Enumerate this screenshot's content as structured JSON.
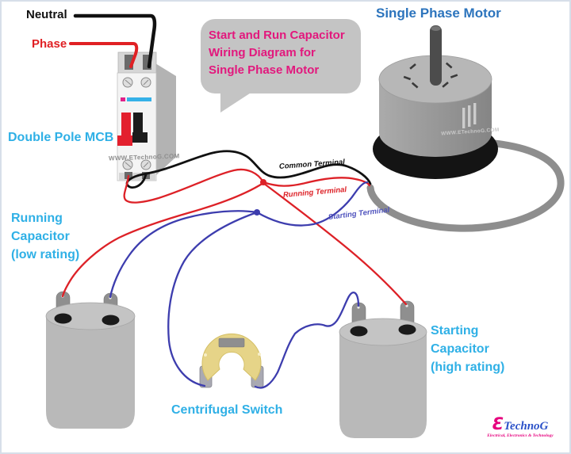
{
  "labels": {
    "neutral": "Neutral",
    "phase": "Phase",
    "mcb": "Double Pole MCB",
    "motor": "Single Phase Motor",
    "running_capacitor": "Running\nCapacitor\n(low rating)",
    "starting_capacitor": "Starting\nCapacitor\n(high rating)",
    "centrifugal_switch": "Centrifugal Switch"
  },
  "title_bubble": "Start and Run Capacitor\nWiring Diagram for\nSingle Phase Motor",
  "terminals": {
    "common": "Common Terminal",
    "running": "Running Terminal",
    "starting": "Starting Terminal"
  },
  "watermarks": {
    "mcb": "WWW.ETechnoG.COM",
    "motor": "WWW.ETechnoG.COM"
  },
  "logo": {
    "e": "Ɛ",
    "rest": "TechnoG",
    "tagline": "Electrical, Electronics & Technology"
  },
  "colors": {
    "label_cyan": "#2fb0e6",
    "title_pink": "#e2187d",
    "motor_label_blue": "#2c74bd",
    "phase_red": "#dd2127",
    "neutral_black": "#111111",
    "starting_blue": "#3d3dae",
    "device_gray": "#b9b9b9",
    "cable_gray": "#8e8e8e",
    "switch_yellow": "#e6d488"
  }
}
